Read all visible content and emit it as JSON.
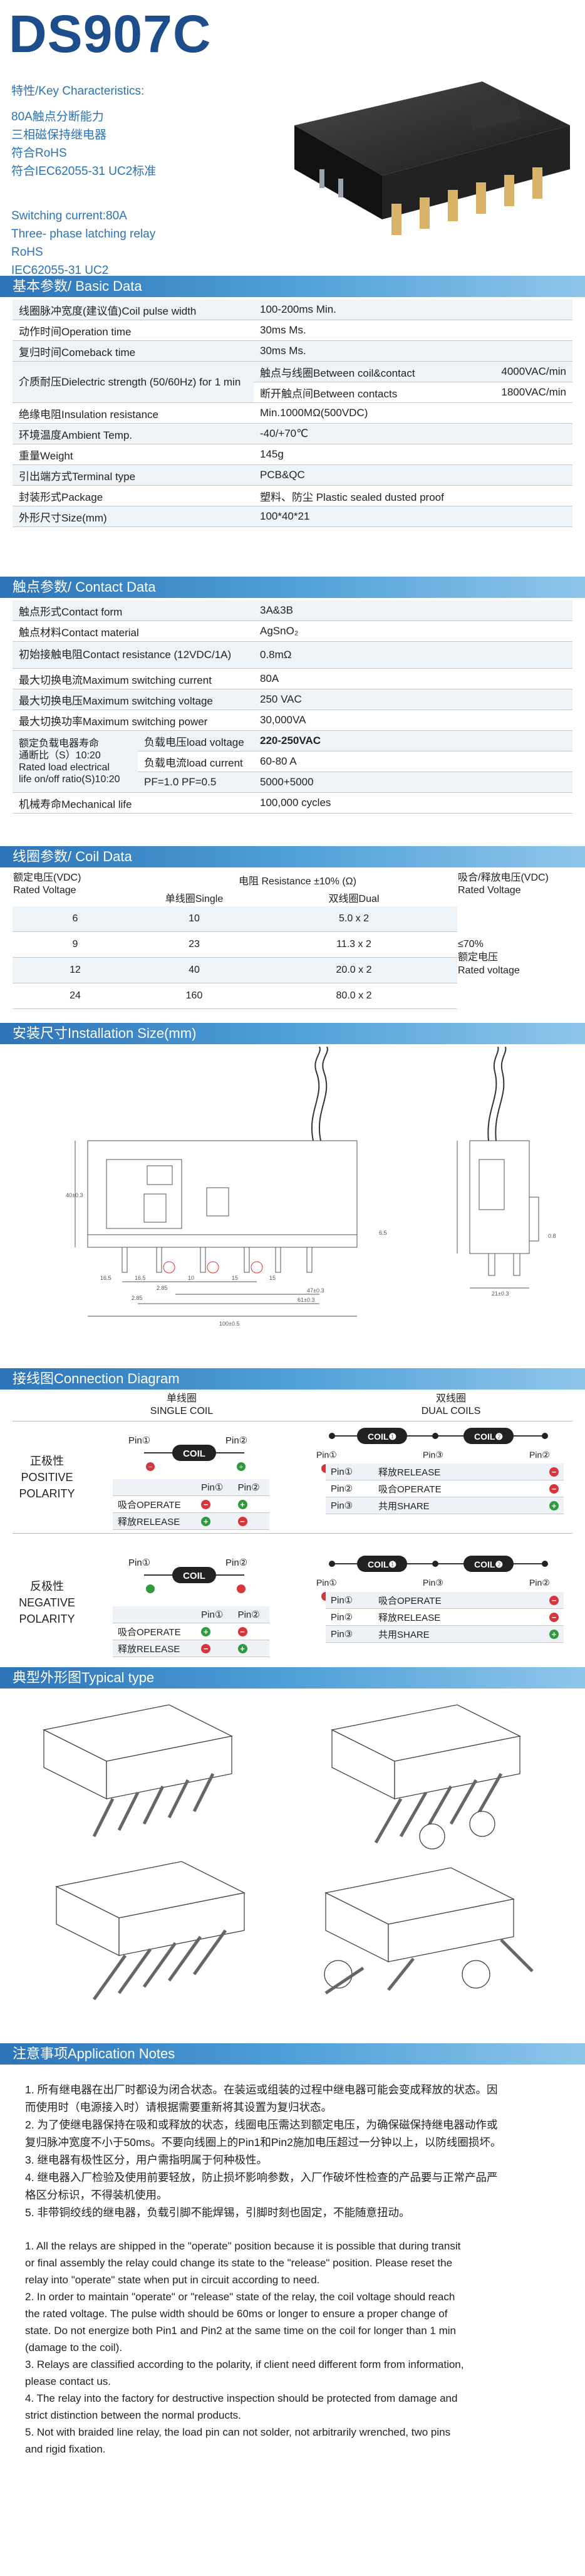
{
  "header": {
    "title": "DS907C",
    "char_heading": "特性/Key Characteristics:",
    "features_cn": [
      "80A触点分断能力",
      "三相磁保持继电器",
      "符合RoHS",
      "符合IEC62055-31 UC2标准"
    ],
    "features_en": [
      "Switching current:80A",
      "Three- phase latching relay",
      "RoHS",
      "IEC62055-31 UC2"
    ]
  },
  "basic": {
    "heading": "基本参数/ Basic Data",
    "rows": [
      {
        "label": "线圈脉冲宽度(建议值)Coil pulse width",
        "value": "100-200ms Min."
      },
      {
        "label": "动作时间Operation time",
        "value": "30ms Ms."
      },
      {
        "label": "复归时间Comeback time",
        "value": "30ms Ms."
      },
      {
        "label": "介质耐压Dielectric strength (50/60Hz) for 1 min",
        "sub": [
          {
            "name": "触点与线圈Between coil&contact",
            "value": "4000VAC/min"
          },
          {
            "name": "断开触点间Between contacts",
            "value": "1800VAC/min"
          }
        ]
      },
      {
        "label": "绝缘电阻Insulation resistance",
        "value": "Min.1000MΩ(500VDC)"
      },
      {
        "label": "环境温度Ambient Temp.",
        "value": "-40/+70℃"
      },
      {
        "label": "重量Weight",
        "value": "145g"
      },
      {
        "label": "引出端方式Terminal type",
        "value": "PCB&QC"
      },
      {
        "label": "封装形式Package",
        "value": "塑料、防尘 Plastic sealed dusted proof"
      },
      {
        "label": "外形尺寸Size(mm)",
        "value": "100*40*21"
      }
    ]
  },
  "contact": {
    "heading": "触点参数/ Contact Data",
    "rows": [
      {
        "label": "触点形式Contact form",
        "value": "3A&3B"
      },
      {
        "label": "触点材料Contact material",
        "value": "AgSnO₂"
      },
      {
        "label": "初始接触电阻Contact resistance (12VDC/1A)",
        "value": "0.8mΩ"
      },
      {
        "label": "最大切换电流Maximum switching current",
        "value": "80A"
      },
      {
        "label": "最大切换电压Maximum switching voltage",
        "value": "250 VAC"
      },
      {
        "label": "最大切换功率Maximum switching power",
        "value": "30,000VA"
      }
    ],
    "load_label": [
      "额定负载电器寿命",
      "通断比（S）10:20",
      "Rated load electrical",
      "life on/off ratio(S)10:20"
    ],
    "load_rows": [
      {
        "name": "负载电压load voltage",
        "value": "220-250VAC"
      },
      {
        "name": "负载电流load current",
        "value": "60-80 A"
      },
      {
        "name": "PF=1.0 PF=0.5",
        "value": "5000+5000"
      }
    ],
    "mech": {
      "label": "机械寿命Mechanical life",
      "value": "100,000 cycles"
    }
  },
  "coil": {
    "heading": "线圈参数/ Coil  Data",
    "col_voltage": [
      "额定电压(VDC)",
      "Rated Voltage"
    ],
    "col_resistance": "电阻 Resistance ±10% (Ω)",
    "col_single": "单线圈Single",
    "col_dual": "双线圈Dual",
    "col_release": [
      "吸合/释放电压(VDC)",
      "Rated Voltage"
    ],
    "release_value": [
      "≤70%",
      "额定电压",
      "Rated voltage"
    ],
    "rows": [
      {
        "v": "6",
        "s": "10",
        "d": "5.0 x 2"
      },
      {
        "v": "9",
        "s": "23",
        "d": "11.3 x 2"
      },
      {
        "v": "12",
        "s": "40",
        "d": "20.0 x 2"
      },
      {
        "v": "24",
        "s": "160",
        "d": "80.0 x 2"
      }
    ]
  },
  "install": {
    "heading": "安装尺寸Installation Size(mm)",
    "dims": {
      "d1": "16.5",
      "d2": "10",
      "d3": "15",
      "d4": "15",
      "d5": "16.5",
      "d6": "2.85",
      "d7": "47±0.3",
      "d8": "61±0.3",
      "d9": "100±0.5",
      "d10": "40±0.3",
      "d11": "21±0.3",
      "d12": "6.5",
      "d13": "2.85",
      "d14": "0.8"
    }
  },
  "connection": {
    "heading": "接线图Connection Diagram",
    "single_coil": [
      "单线圈",
      "SINGLE COIL"
    ],
    "dual_coil": [
      "双线圈",
      "DUAL COILS"
    ],
    "coil_text": "COIL",
    "coil1": "COIL❶",
    "coil2": "COIL❷",
    "pin1": "Pin①",
    "pin2": "Pin②",
    "pin3": "Pin③",
    "positive": [
      "正极性",
      "POSITIVE",
      "POLARITY"
    ],
    "negative": [
      "反极性",
      "NEGATIVE",
      "POLARITY"
    ],
    "operate": "吸合OPERATE",
    "release": "释放RELEASE",
    "share": "共用SHARE",
    "pos_ac": "释放RELEASE",
    "pos_bc": "吸合OPERATE",
    "neg_ac": "吸合OPERATE",
    "neg_bc": "释放RELEASE"
  },
  "typical": {
    "heading": "典型外形图Typical type"
  },
  "notes": {
    "heading": "注意事项Application Notes",
    "cn": [
      "1. 所有继电器在出厂时都设为闭合状态。在装运或组装的过程中继电器可能会变成释放的状态。因",
      "    而使用时（电源接入时）请根据需要重新将其设置为复归状态。",
      "2. 为了使继电器保持在吸和或释放的状态，线圈电压需达到额定电压，为确保磁保持继电器动作或",
      "    复归脉冲宽度不小于50ms。不要向线圈上的Pin1和Pin2施加电压超过一分钟以上，以防线圈损坏。",
      "3. 继电器有极性区分，用户需指明属于何种极性。",
      "4. 继电器入厂检验及使用前要轻放，防止损坏影响参数，入厂作破坏性检查的产品要与正常产品严",
      "    格区分标识，不得装机使用。",
      "5. 非带铜绞线的继电器，负载引脚不能焊锡，引脚时刻也固定，不能随意扭动。"
    ],
    "en": [
      "1. All the relays are shipped in the \"operate\" position because it is possible that during transit",
      "    or  final assembly the relay could change its state to the \"release\" position. Please reset the",
      "    relay into  \"operate\"  state when put in circuit according to need.",
      "2. In order to maintain \"operate\" or \"release\" state of the relay, the coil voltage should reach",
      "    the rated voltage. The pulse width should be 60ms or longer to ensure a proper change of",
      "    state. Do not energize both Pin1 and Pin2 at the same time on the coil for longer than 1 min",
      "    (damage to the coil).",
      "3. Relays are classified according to the polarity, if client need different form from information,",
      "    please contact us.",
      "4. The relay into the factory for destructive inspection should be protected from damage and",
      "    strict distinction between the normal products.",
      "5. Not with braided line relay, the load pin can not solder, not arbitrarily wrenched, two pins",
      "    and rigid fixation."
    ]
  }
}
